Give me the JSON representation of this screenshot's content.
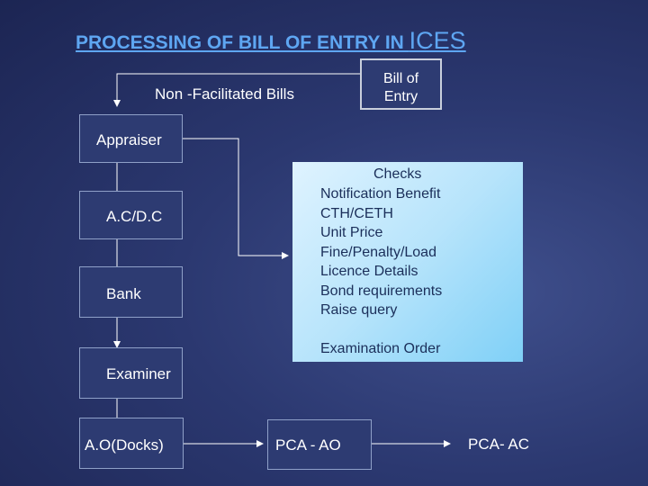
{
  "title": {
    "main": "PROCESSING OF BILL OF ENTRY IN ",
    "suffix": "ICES"
  },
  "nodes": {
    "bill_of_entry": "Bill of Entry",
    "non_facilitated": "Non -Facilitated  Bills",
    "appraiser": "Appraiser",
    "acdc": "A.C/D.C",
    "bank": "Bank",
    "examiner": "Examiner",
    "ao_docks": "A.O(Docks)",
    "pca_ao": "PCA - AO",
    "pca_ac": "PCA- AC"
  },
  "checks": {
    "heading": "Checks",
    "items": [
      "Notification Benefit",
      "CTH/CETH",
      "Unit Price",
      "Fine/Penalty/Load",
      "Licence Details",
      "Bond requirements",
      "Raise query"
    ],
    "examination_order": "Examination Order"
  },
  "colors": {
    "title": "#5ea6f2",
    "checks_box": "#b7e4fb",
    "background": "#2b3870"
  }
}
